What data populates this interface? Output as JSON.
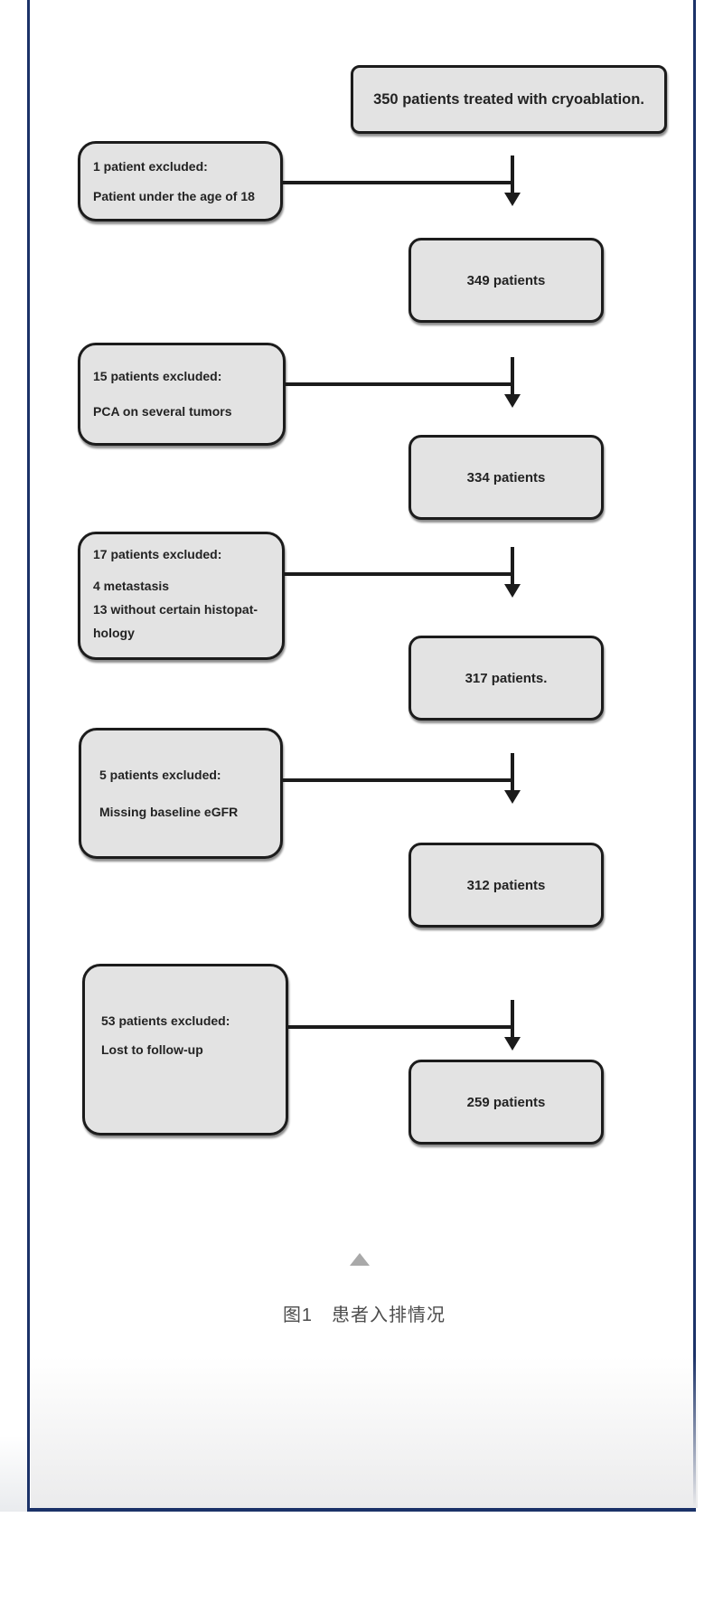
{
  "figure": {
    "caption": "图1　患者入排情况",
    "flowchart": {
      "main_boxes": [
        {
          "label": "350 patients treated with cryoablation."
        },
        {
          "label": "349 patients"
        },
        {
          "label": "334 patients"
        },
        {
          "label": "317 patients."
        },
        {
          "label": "312 patients"
        },
        {
          "label": "259 patients"
        }
      ],
      "exclusion_boxes": [
        {
          "lines": [
            "1 patient excluded:",
            "Patient under the age of 18"
          ]
        },
        {
          "lines": [
            "15 patients excluded:",
            "PCA on several tumors"
          ]
        },
        {
          "lines": [
            "17 patients excluded:",
            "4 metastasis",
            "13 without certain histopat-",
            "hology"
          ]
        },
        {
          "lines": [
            "5 patients excluded:",
            "Missing baseline eGFR"
          ]
        },
        {
          "lines": [
            "53 patients excluded:",
            "Lost to follow-up"
          ]
        }
      ]
    },
    "colors": {
      "frame_border": "#1b3268",
      "box_fill": "#e3e3e3",
      "box_border": "#1c1c1c",
      "arrow": "#1b1b1b",
      "triangle": "#a9a9a9",
      "caption_text": "#4c4c4c"
    },
    "icons": {
      "collapse_triangle": "up-triangle"
    }
  }
}
